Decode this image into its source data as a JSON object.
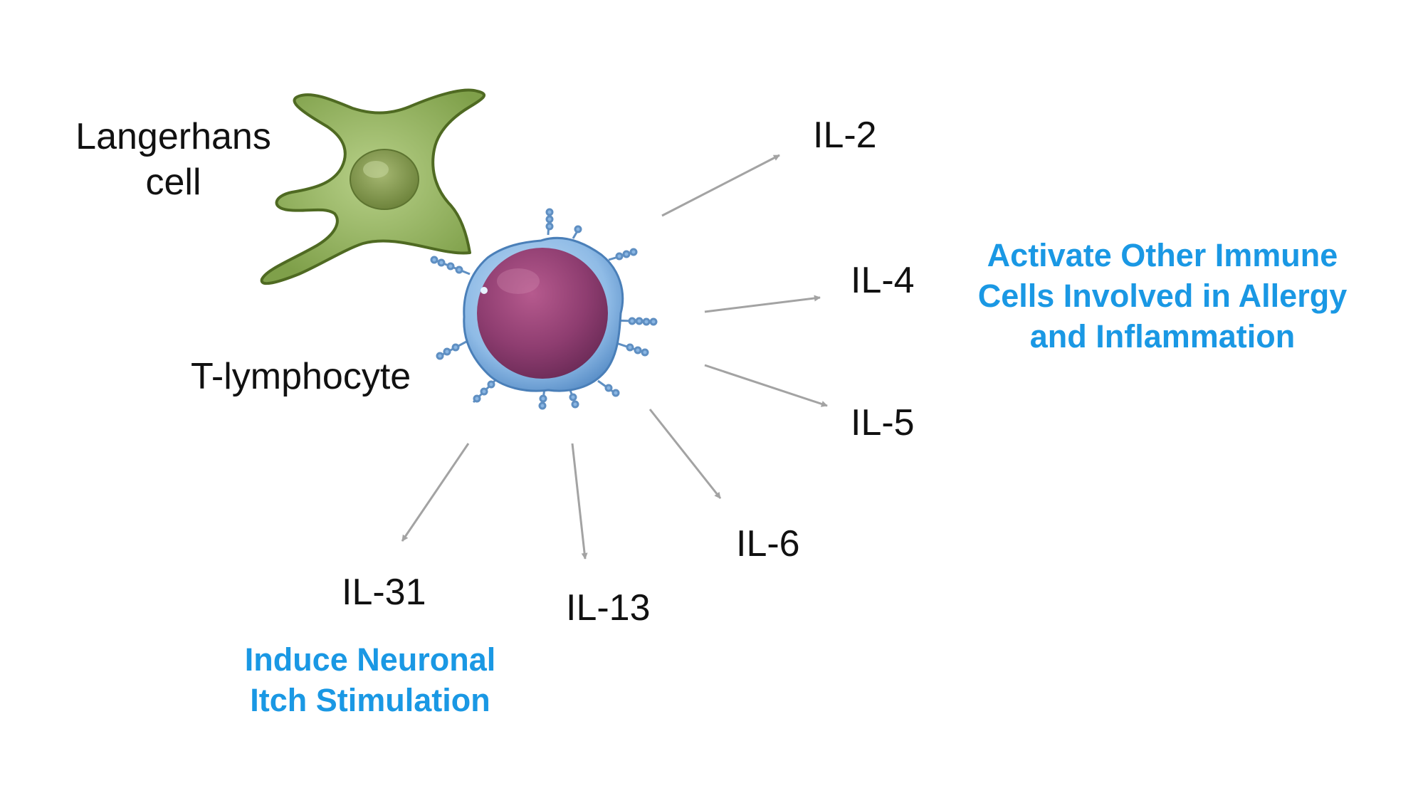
{
  "cells": {
    "langerhans": {
      "line1": "Langerhans",
      "line2": "cell",
      "color": "#8aac52"
    },
    "t_lymphocyte": {
      "label": "T-lymphocyte",
      "membrane_color": "#7fb2e0",
      "nucleus_color": "#8e3d70"
    }
  },
  "cytokines": {
    "il2": "IL-2",
    "il4": "IL-4",
    "il5": "IL-5",
    "il6": "IL-6",
    "il13": "IL-13",
    "il31": "IL-31"
  },
  "effects": {
    "immune": {
      "line1": "Activate Other Immune",
      "line2": "Cells Involved in Allergy",
      "line3": "and Inflammation"
    },
    "itch": {
      "line1": "Induce Neuronal",
      "line2": "Itch Stimulation"
    }
  },
  "colors": {
    "arrow": "#a3a3a3",
    "effect_text": "#1a98e4"
  }
}
